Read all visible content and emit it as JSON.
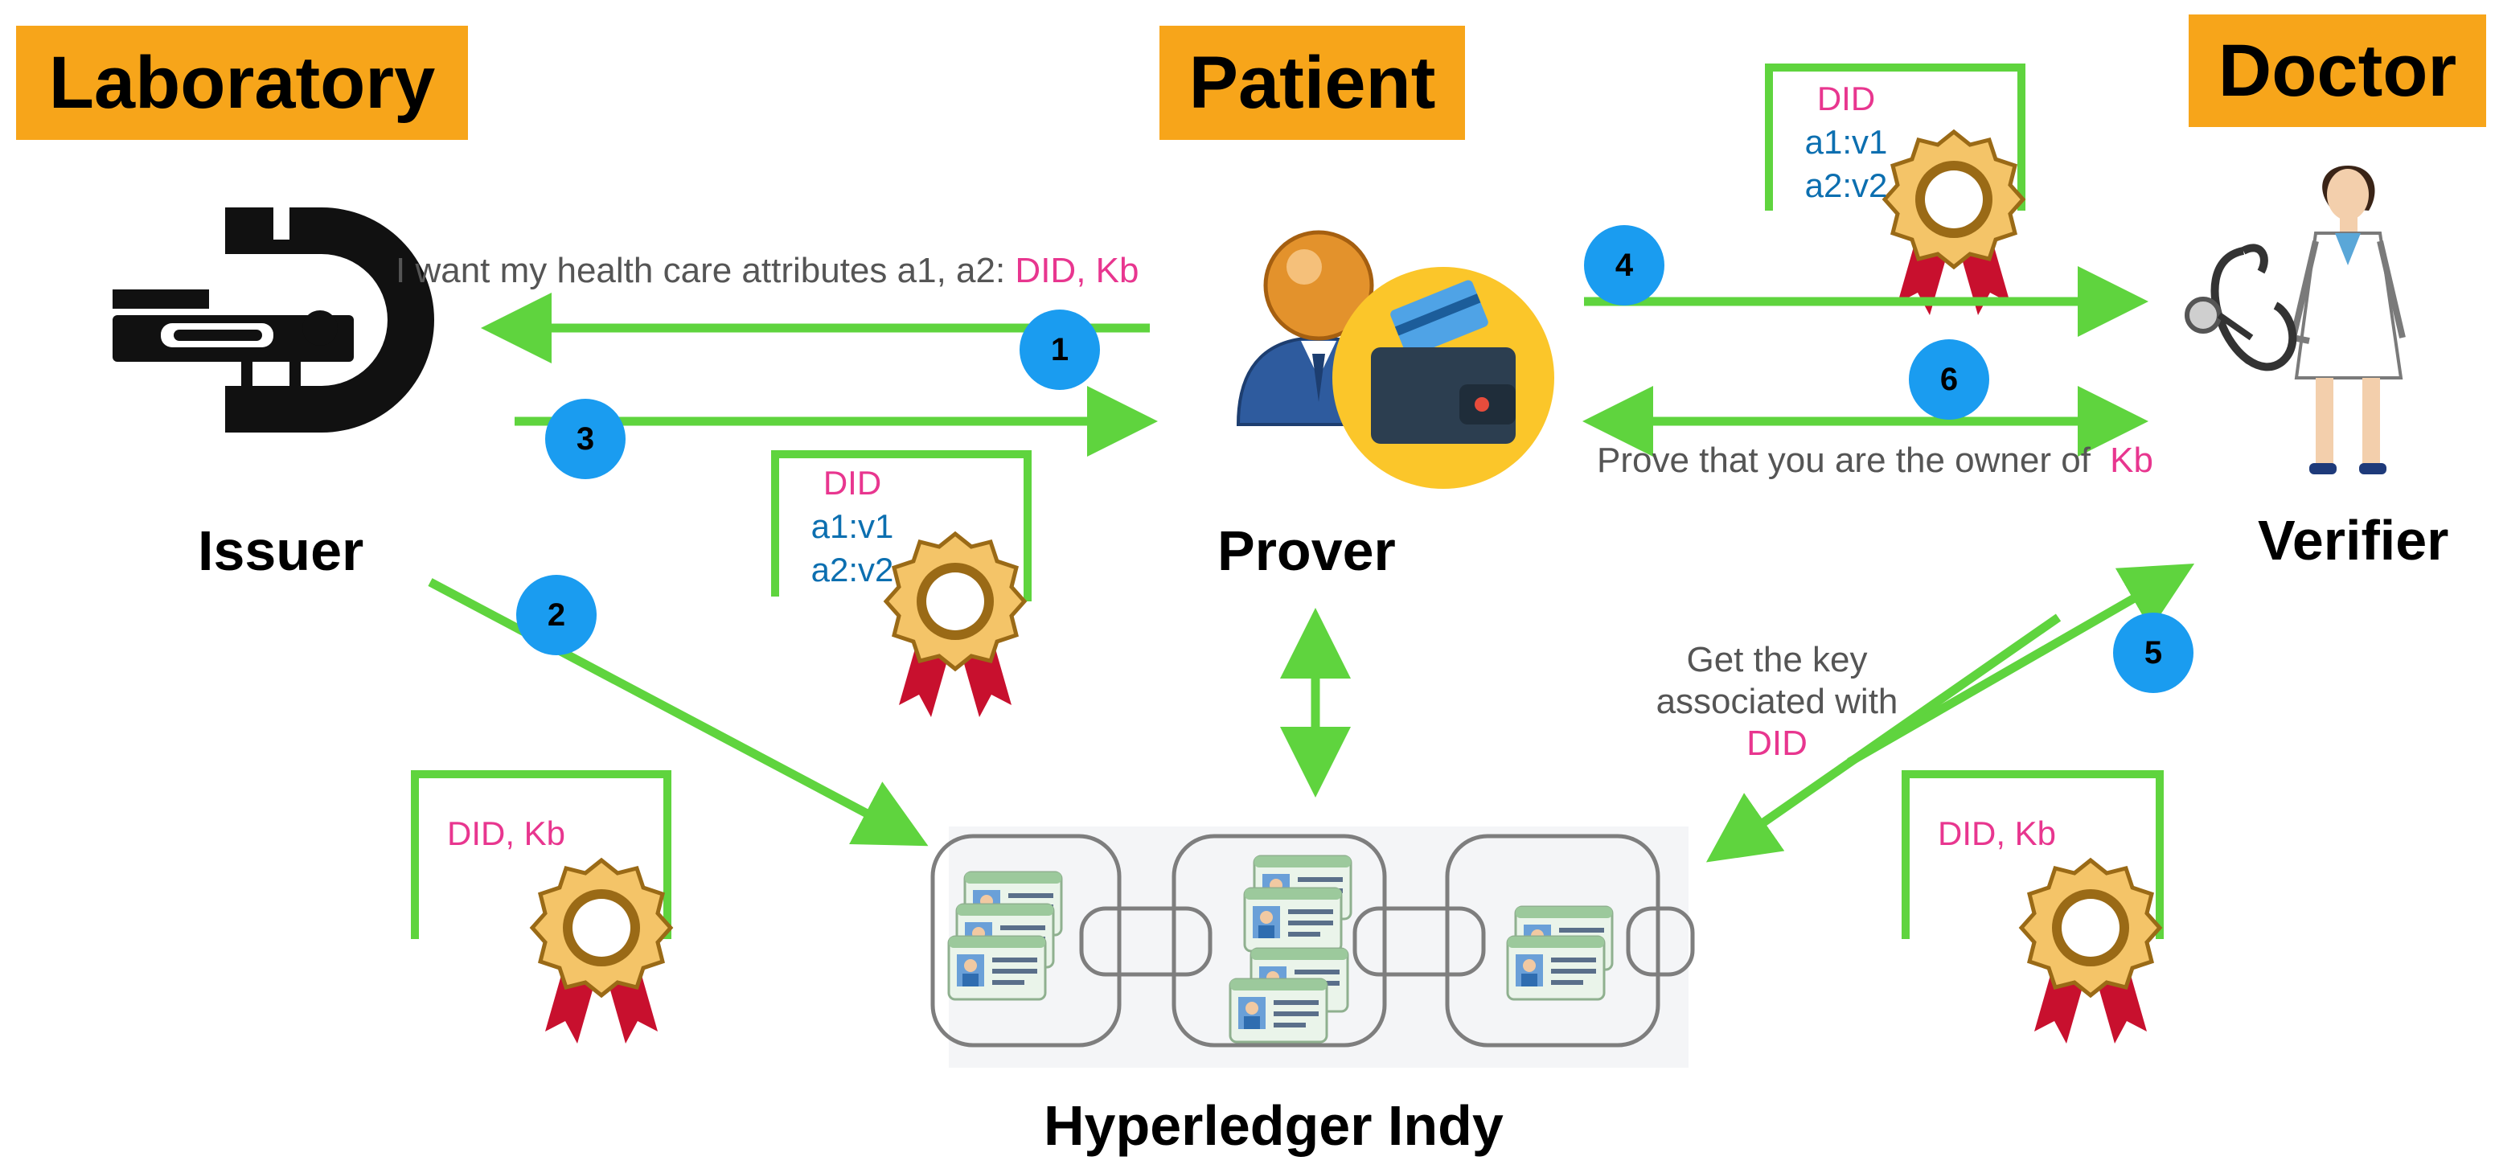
{
  "roles": {
    "laboratory": "Laboratory",
    "patient": "Patient",
    "doctor": "Doctor"
  },
  "labels": {
    "issuer": "Issuer",
    "prover": "Prover",
    "verifier": "Verifier",
    "ledger": "Hyperledger Indy"
  },
  "steps": {
    "s1": {
      "num": "1",
      "text": "I want my health care attributes a1, a2: ",
      "key": "DID, Kb"
    },
    "s2": {
      "num": "2"
    },
    "s3": {
      "num": "3"
    },
    "s4": {
      "num": "4"
    },
    "s5": {
      "num": "5",
      "line1": "Get the key",
      "line2": "associated with",
      "key": "DID"
    },
    "s6": {
      "num": "6",
      "text": "Prove that you are the owner of ",
      "key": "Kb"
    }
  },
  "credentials": {
    "issued": {
      "did": "DID",
      "a1": "a1:v1",
      "a2": "a2:v2"
    },
    "presented": {
      "did": "DID",
      "a1": "a1:v1",
      "a2": "a2:v2"
    },
    "issuer_key": {
      "text": "DID, Kb"
    },
    "verifier_key": {
      "text": "DID, Kb"
    }
  },
  "icons": [
    "mri-scanner-icon",
    "person-icon",
    "wallet-icon",
    "doctor-icon",
    "stethoscope-icon",
    "certificate-badge-icon",
    "id-card-icon",
    "blockchain-link-icon"
  ],
  "colors": {
    "arrow": "#5fd43e",
    "role_box": "#f7a51a",
    "step_circle": "#1a9cf0",
    "key_text": "#e8368f",
    "attr_text": "#0c6fb0"
  }
}
